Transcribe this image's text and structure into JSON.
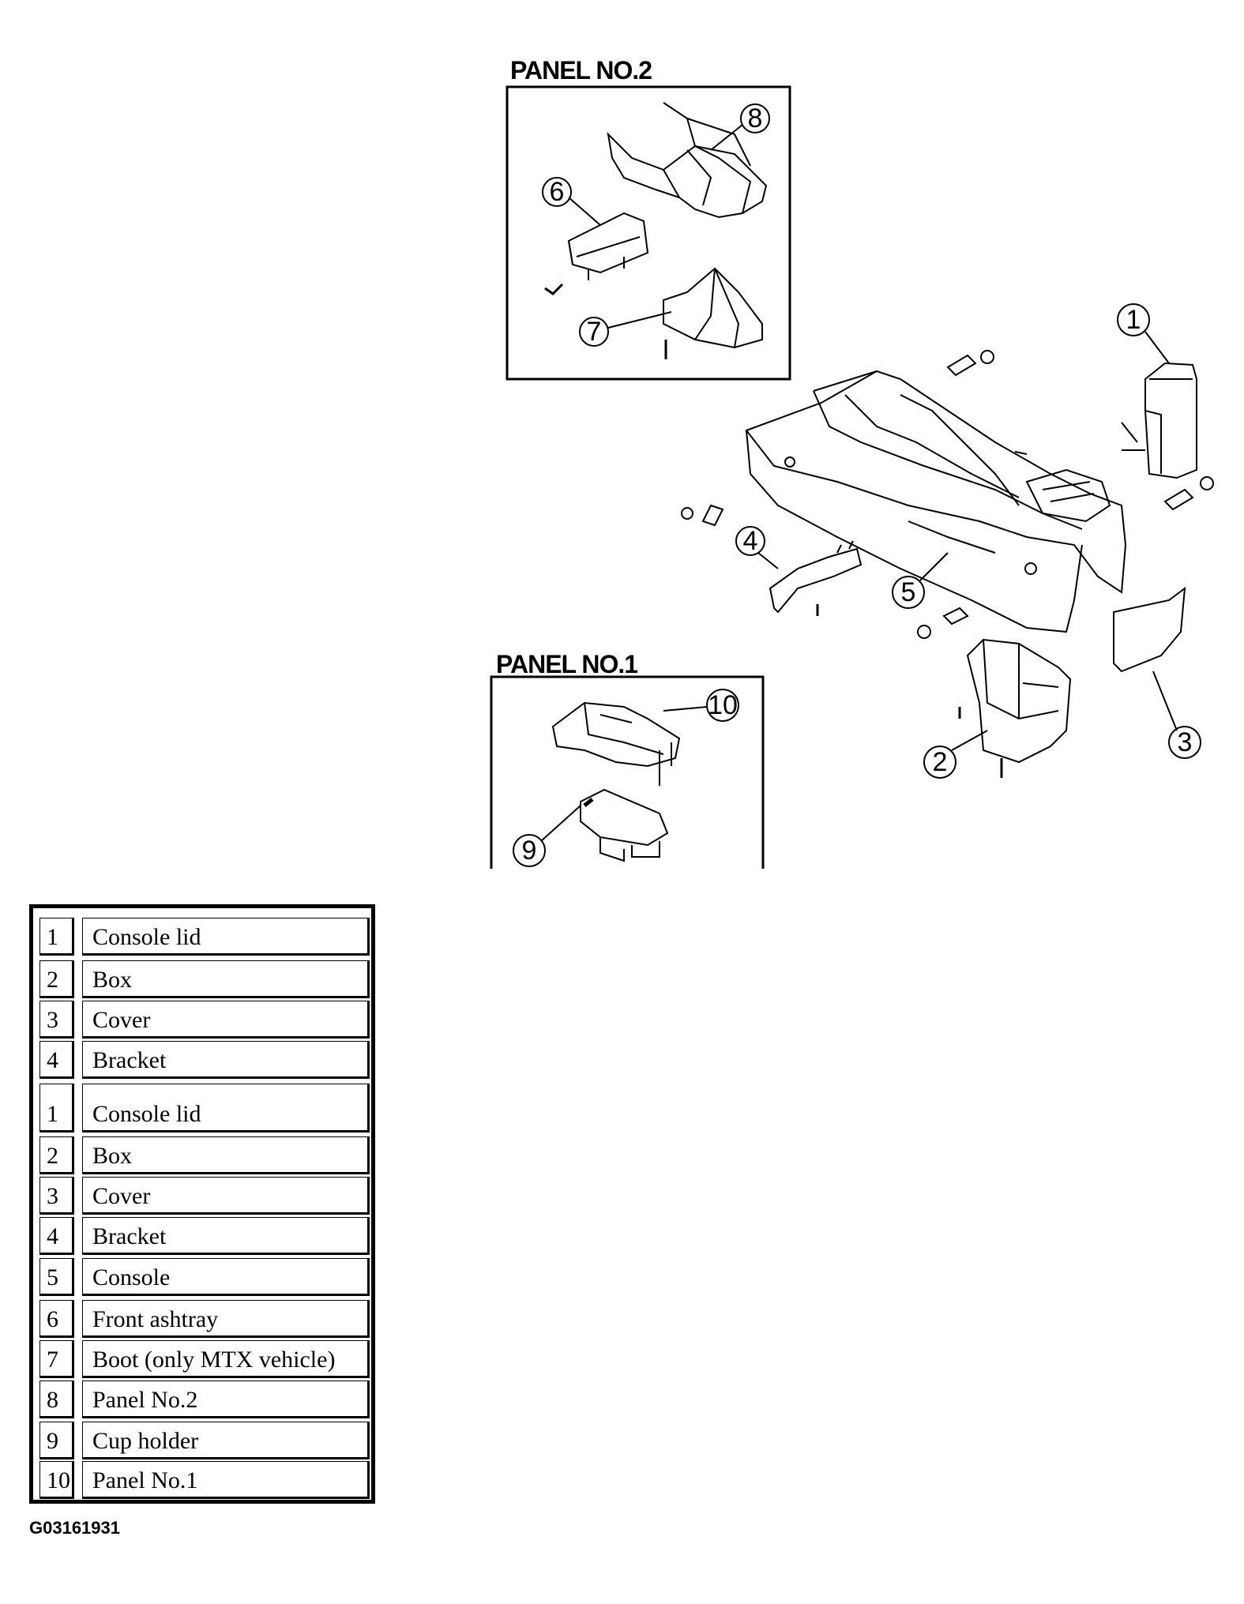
{
  "panels": {
    "panel2_title": "PANEL NO.2",
    "panel1_title": "PANEL NO.1"
  },
  "callouts": [
    "1",
    "2",
    "3",
    "4",
    "5",
    "6",
    "7",
    "8",
    "9",
    "10"
  ],
  "legend": {
    "rows": [
      {
        "num": "1",
        "desc": "Console lid"
      },
      {
        "num": "2",
        "desc": "Box"
      },
      {
        "num": "3",
        "desc": "Cover"
      },
      {
        "num": "4",
        "desc": "Bracket"
      },
      {
        "num": "1",
        "desc": "Console lid"
      },
      {
        "num": "2",
        "desc": "Box"
      },
      {
        "num": "3",
        "desc": "Cover"
      },
      {
        "num": "4",
        "desc": "Bracket"
      },
      {
        "num": "5",
        "desc": "Console"
      },
      {
        "num": "6",
        "desc": "Front ashtray"
      },
      {
        "num": "7",
        "desc": "Boot (only MTX vehicle)"
      },
      {
        "num": "8",
        "desc": "Panel No.2"
      },
      {
        "num": "9",
        "desc": "Cup holder"
      },
      {
        "num": "10",
        "desc": "Panel No.1"
      }
    ]
  },
  "figure_id": "G03161931"
}
